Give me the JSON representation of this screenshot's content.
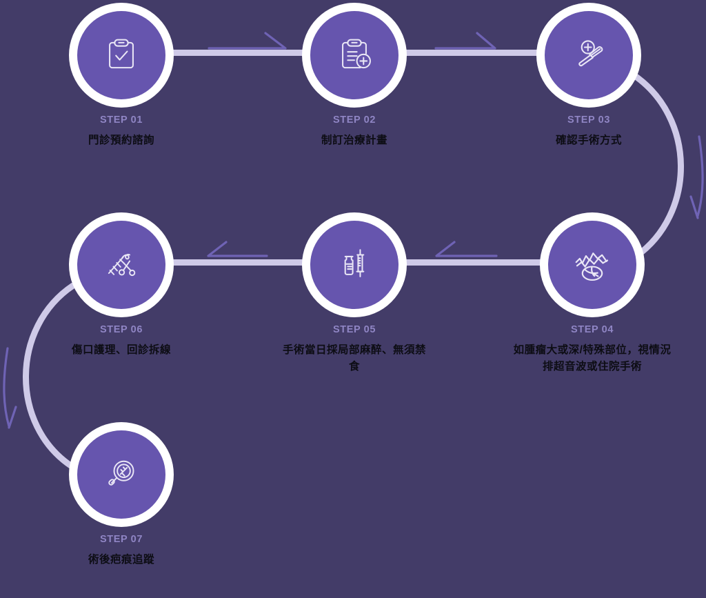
{
  "diagram": {
    "title_hint": "surgery-process-flowchart",
    "background_color": "#433C68",
    "circle_fill": "#6655AE",
    "circle_ring": "#FFFFFF",
    "step_label_color": "#8F85C4",
    "step_title_color": "#0D0D14",
    "connector_line_color": "#CFCAE8",
    "arrow_color": "#6F63B5"
  },
  "steps": [
    {
      "id": "step-01",
      "label": "STEP 01",
      "title": "門診預約諮詢",
      "icon": "clipboard-check-icon"
    },
    {
      "id": "step-02",
      "label": "STEP 02",
      "title": "制訂治療計畫",
      "icon": "clipboard-plus-icon"
    },
    {
      "id": "step-03",
      "label": "STEP 03",
      "title": "確認手術方式",
      "icon": "scalpel-plus-icon"
    },
    {
      "id": "step-04",
      "label": "STEP 04",
      "title": "如腫瘤大或深/特殊部位，視情況排超音波或住院手術",
      "icon": "ultrasound-tumor-icon"
    },
    {
      "id": "step-05",
      "label": "STEP 05",
      "title": "手術當日採局部麻醉、無須禁食",
      "icon": "syringe-vial-icon"
    },
    {
      "id": "step-06",
      "label": "STEP 06",
      "title": "傷口護理、回診拆線",
      "icon": "suture-scissors-icon"
    },
    {
      "id": "step-07",
      "label": "STEP 07",
      "title": "術後疤痕追蹤",
      "icon": "magnifier-scar-icon"
    }
  ],
  "connectors": [
    {
      "id": "connector-1-2",
      "from": "step-01",
      "to": "step-02",
      "kind": "straight",
      "direction": "right"
    },
    {
      "id": "connector-2-3",
      "from": "step-02",
      "to": "step-03",
      "kind": "straight",
      "direction": "right"
    },
    {
      "id": "connector-3-4",
      "from": "step-03",
      "to": "step-04",
      "kind": "curve",
      "direction": "down-right"
    },
    {
      "id": "connector-4-5",
      "from": "step-04",
      "to": "step-05",
      "kind": "straight",
      "direction": "left"
    },
    {
      "id": "connector-5-6",
      "from": "step-05",
      "to": "step-06",
      "kind": "straight",
      "direction": "left"
    },
    {
      "id": "connector-6-7",
      "from": "step-06",
      "to": "step-07",
      "kind": "curve",
      "direction": "down-left"
    }
  ]
}
